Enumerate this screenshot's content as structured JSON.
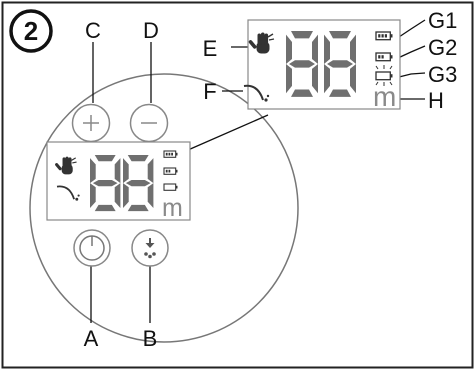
{
  "figure": {
    "step_number": "2",
    "callouts": {
      "A": "A",
      "B": "B",
      "C": "C",
      "D": "D",
      "E": "E",
      "F": "F",
      "G1": "G1",
      "G2": "G2",
      "G3": "G3",
      "H": "H"
    },
    "display": {
      "digits": "88",
      "unit": "m"
    },
    "icons": {
      "plus_button": "plus-icon",
      "minus_button": "minus-icon",
      "power_button": "power-icon",
      "drip_button": "water-drip-icon",
      "hand_symbol": "hand-icon",
      "spray_symbol": "spray-arc-icon",
      "battery_full": "battery-full-icon",
      "battery_medium": "battery-medium-icon",
      "battery_low": "battery-empty-blinking-icon"
    },
    "colors": {
      "segment": "#6f6f6f",
      "unit_text": "#8a8a8a",
      "outline": "#777777"
    }
  }
}
